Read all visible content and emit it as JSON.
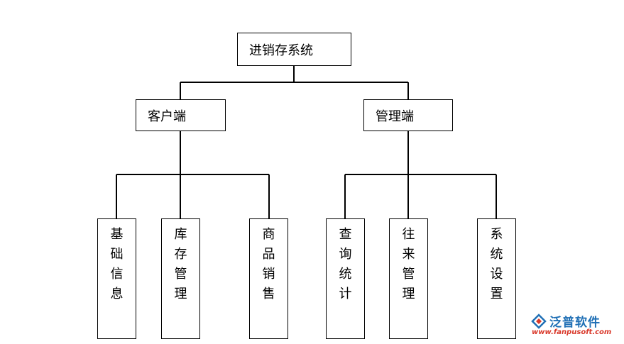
{
  "diagram": {
    "root": {
      "label": "进销存系统"
    },
    "branches": [
      {
        "label": "客户端",
        "children": [
          "基础信息",
          "库存管理",
          "商品销售"
        ]
      },
      {
        "label": "管理端",
        "children": [
          "查询统计",
          "往来管理",
          "系统设置"
        ]
      }
    ]
  },
  "watermark": {
    "brand": "泛普软件",
    "url": "www.fanpusoft.com",
    "icon": "fanpu-logo-icon",
    "colors": {
      "brand": "#1f6fb5",
      "url": "#d9382a"
    }
  }
}
